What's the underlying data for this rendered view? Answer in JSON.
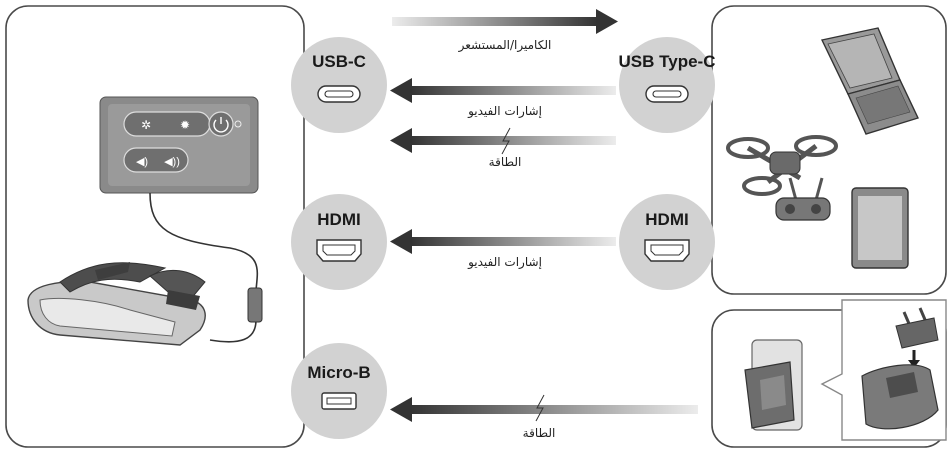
{
  "colors": {
    "port_circle": "#d2d2d2",
    "panel_border": "#4a4a4a",
    "arrow_dark": "#3a3a3a",
    "device_fill": "#8a8a8a",
    "device_dark": "#5e5e5e"
  },
  "ports_left": {
    "usbc": "USB-C",
    "hdmi": "HDMI",
    "microb": "Micro-B"
  },
  "ports_right": {
    "usbc": "USB Type-C",
    "hdmi": "HDMI"
  },
  "arrows": {
    "camera_sensor": "الكاميرا/المستشعر",
    "video_signals_1": "إشارات الفيديو",
    "power_1": "الطاقة",
    "video_signals_2": "إشارات الفيديو",
    "power_2": "الطاقة"
  }
}
